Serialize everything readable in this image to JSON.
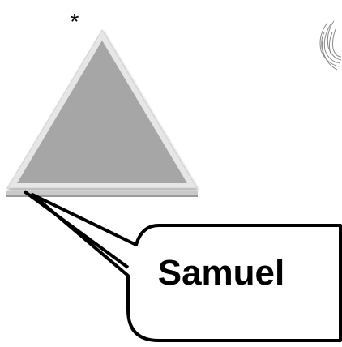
{
  "marker": "*",
  "callout": {
    "label": "Samuel"
  },
  "colors": {
    "triangle_fill": "#a6a6a6",
    "triangle_border": "#e3e3e3",
    "callout_stroke": "#000000",
    "callout_fill": "#ffffff"
  },
  "icons": [
    "triangle-shape",
    "speech-bubble",
    "sketch-drawing"
  ]
}
